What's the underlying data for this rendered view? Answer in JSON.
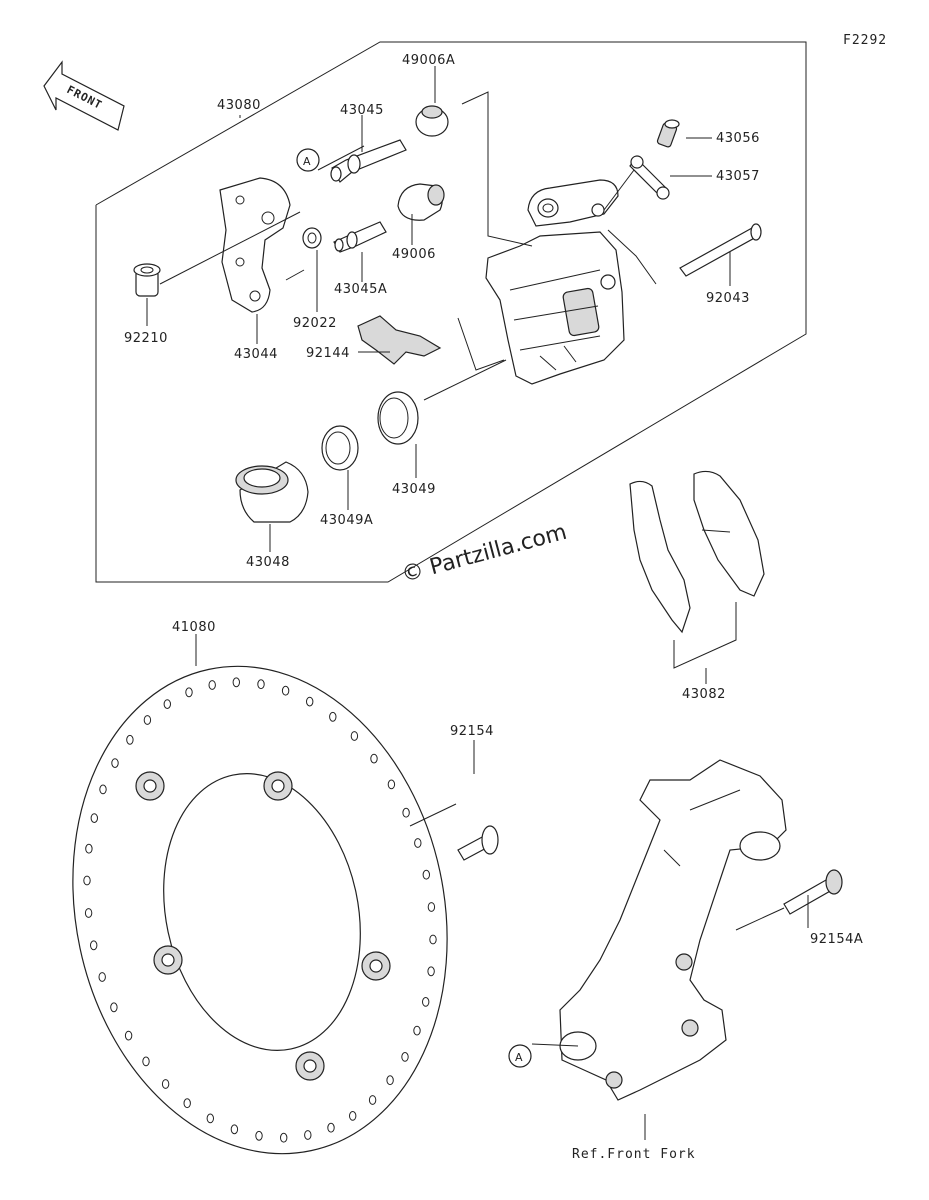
{
  "figure_code": "F2292",
  "front_indicator": "FRONT",
  "watermark": "© Partzilla.com",
  "reference_marker": "A",
  "reference_note": "Ref.Front Fork",
  "parts": {
    "p43080": "43080",
    "p49006A": "49006A",
    "p43045": "43045",
    "p43056": "43056",
    "p43057": "43057",
    "p49006": "49006",
    "p43045A": "43045A",
    "p92043": "92043",
    "p92210": "92210",
    "p92022": "92022",
    "p43044": "43044",
    "p92144": "92144",
    "p43049": "43049",
    "p43049A": "43049A",
    "p43048": "43048",
    "p43082": "43082",
    "p41080": "41080",
    "p92154": "92154",
    "p92154A": "92154A"
  }
}
